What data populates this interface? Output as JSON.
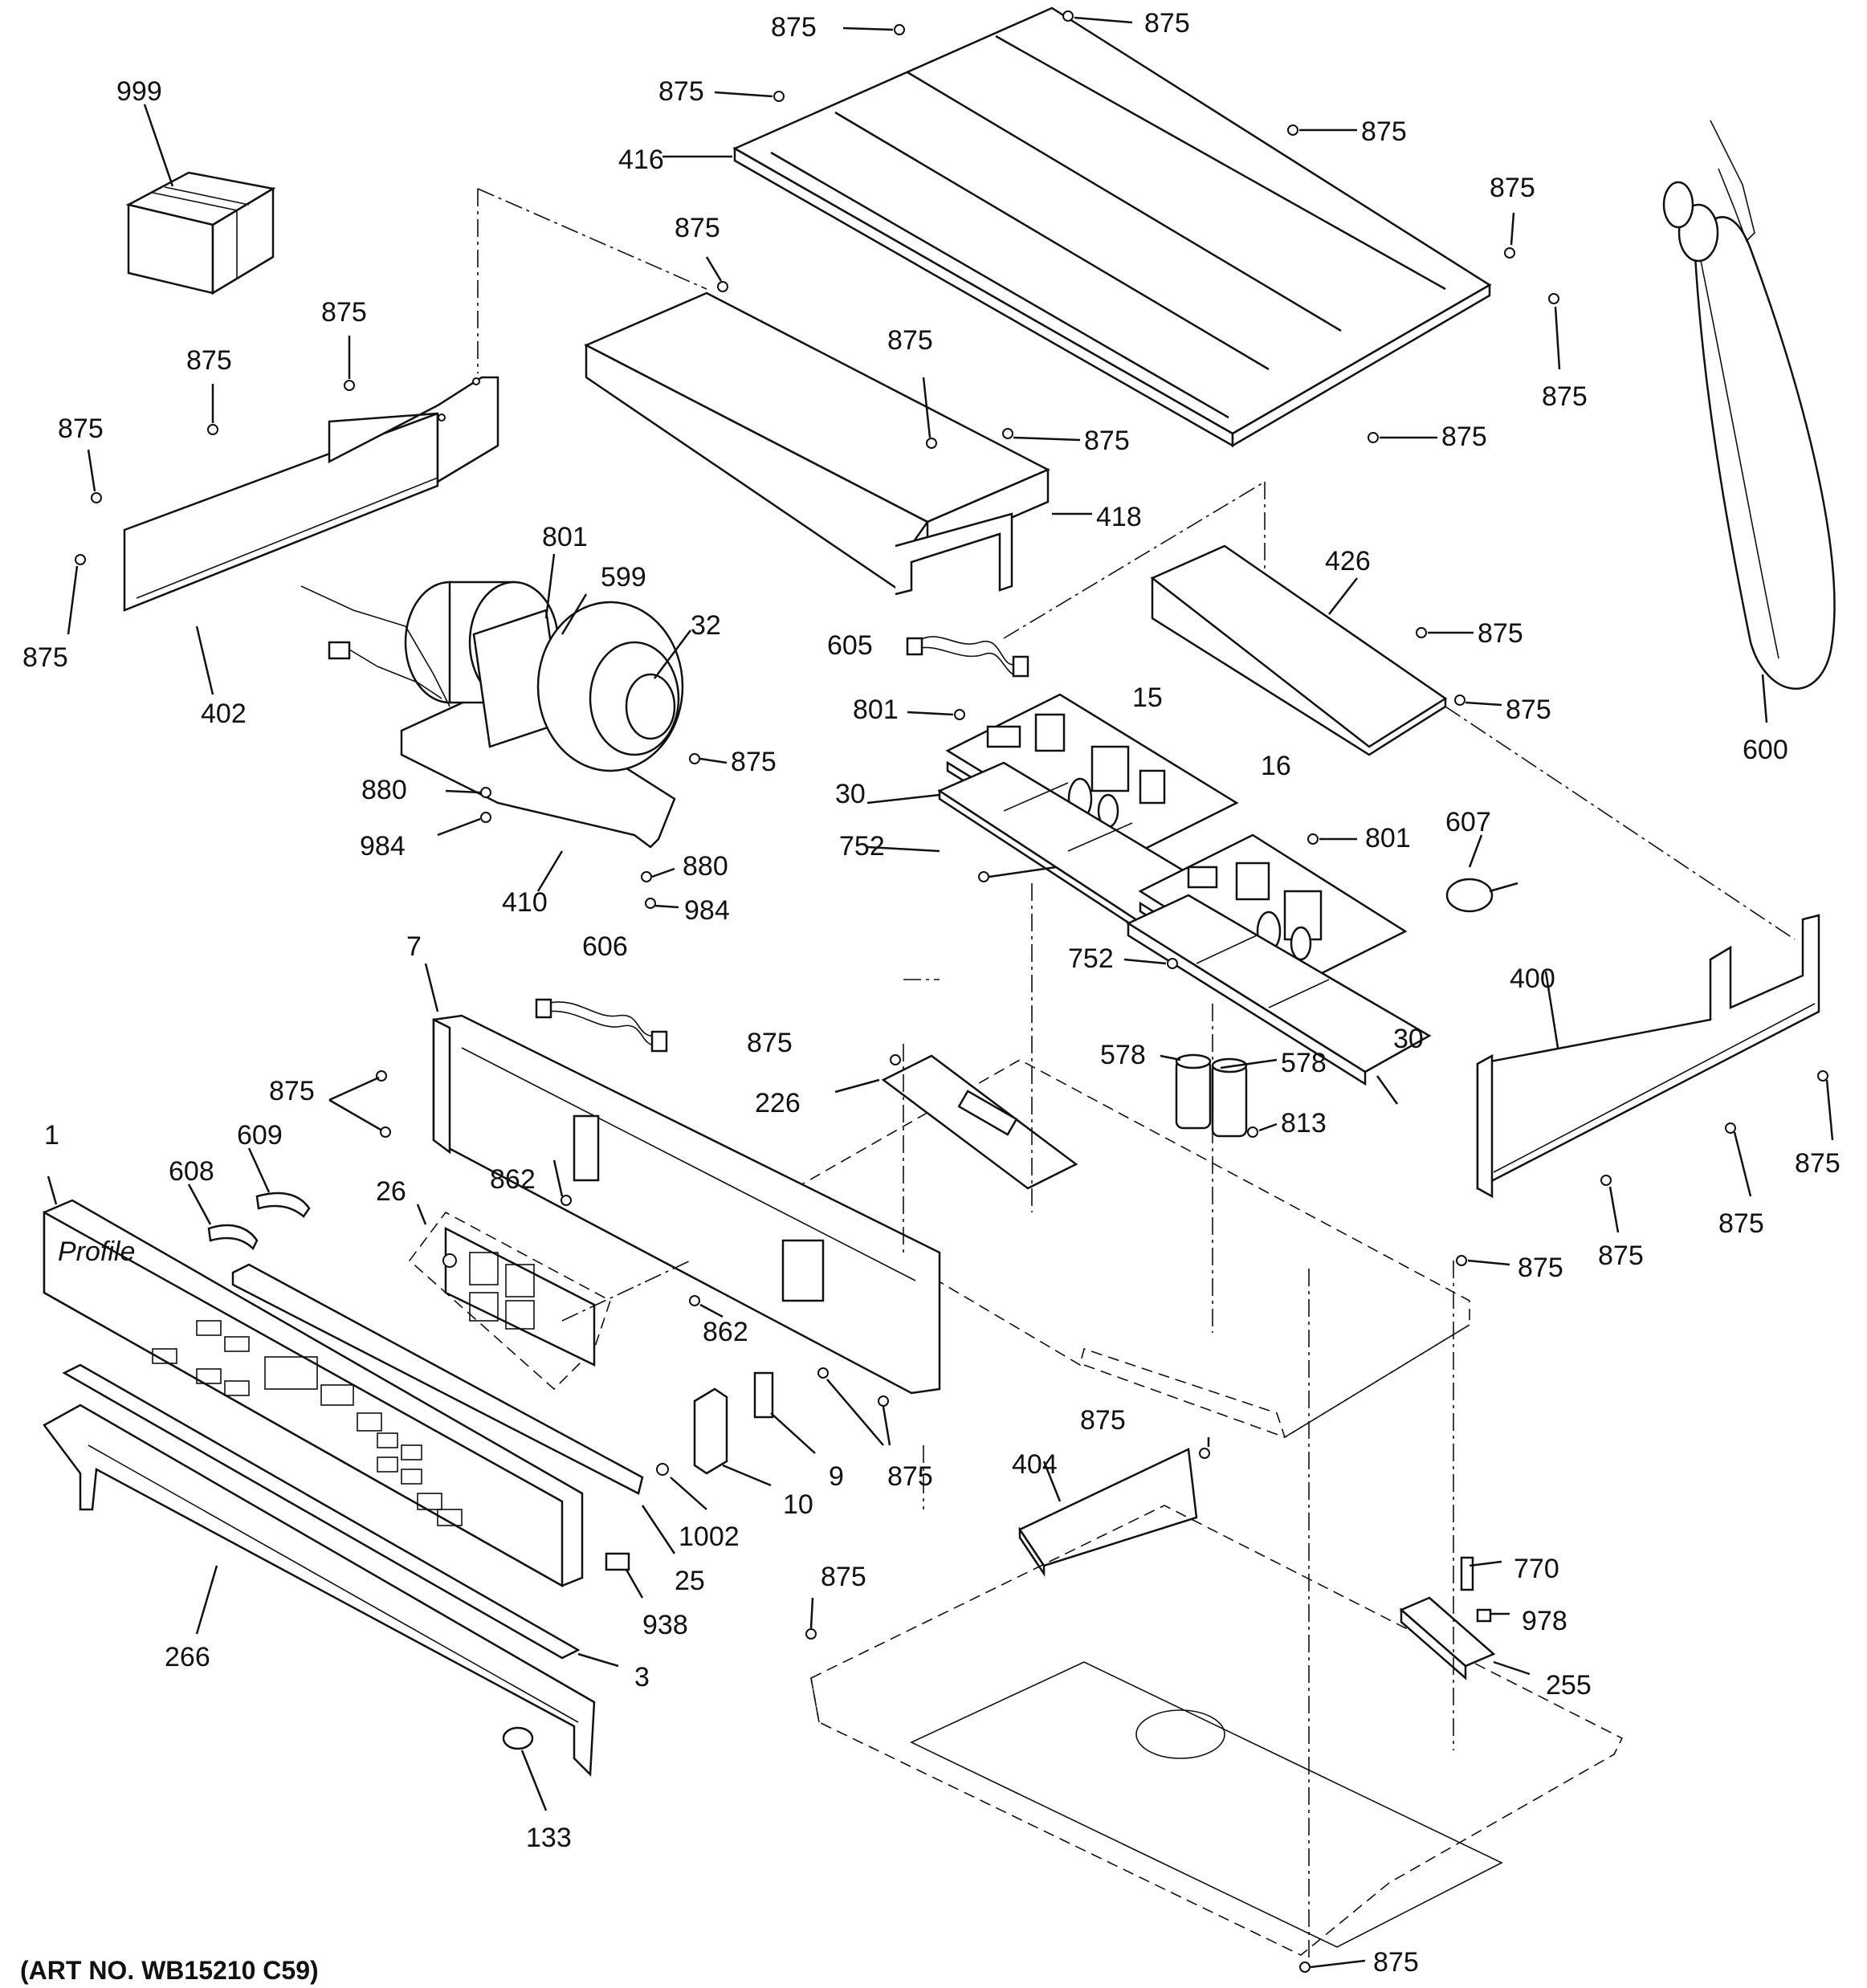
{
  "art_number": "(ART NO. WB15210 C59)",
  "labels": [
    {
      "id": "l875-top1",
      "text": "875"
    },
    {
      "id": "l875-top2",
      "text": "875"
    },
    {
      "id": "l875-a",
      "text": "875"
    },
    {
      "id": "l416",
      "text": "416"
    },
    {
      "id": "l875-b",
      "text": "875"
    },
    {
      "id": "l999",
      "text": "999"
    },
    {
      "id": "l875-c",
      "text": "875"
    },
    {
      "id": "l875-d",
      "text": "875"
    },
    {
      "id": "l875-e",
      "text": "875"
    },
    {
      "id": "l875-f",
      "text": "875"
    },
    {
      "id": "l875-g",
      "text": "875"
    },
    {
      "id": "l875-h",
      "text": "875"
    },
    {
      "id": "l875-i",
      "text": "875"
    },
    {
      "id": "l875-j",
      "text": "875"
    },
    {
      "id": "l875-k",
      "text": "875"
    },
    {
      "id": "l418",
      "text": "418"
    },
    {
      "id": "l801-a",
      "text": "801"
    },
    {
      "id": "l599",
      "text": "599"
    },
    {
      "id": "l32",
      "text": "32"
    },
    {
      "id": "l426",
      "text": "426"
    },
    {
      "id": "l875-l",
      "text": "875"
    },
    {
      "id": "l605",
      "text": "605"
    },
    {
      "id": "l875-m",
      "text": "875"
    },
    {
      "id": "l875-n",
      "text": "875"
    },
    {
      "id": "l402",
      "text": "402"
    },
    {
      "id": "l801-b",
      "text": "801"
    },
    {
      "id": "l15",
      "text": "15"
    },
    {
      "id": "l600",
      "text": "600"
    },
    {
      "id": "l875-o",
      "text": "875"
    },
    {
      "id": "l880-a",
      "text": "880"
    },
    {
      "id": "l30-a",
      "text": "30"
    },
    {
      "id": "l16",
      "text": "16"
    },
    {
      "id": "l984-a",
      "text": "984"
    },
    {
      "id": "l752-a",
      "text": "752"
    },
    {
      "id": "l801-c",
      "text": "801"
    },
    {
      "id": "l607",
      "text": "607"
    },
    {
      "id": "l880-b",
      "text": "880"
    },
    {
      "id": "l410",
      "text": "410"
    },
    {
      "id": "l984-b",
      "text": "984"
    },
    {
      "id": "l606",
      "text": "606"
    },
    {
      "id": "l7",
      "text": "7"
    },
    {
      "id": "l752-b",
      "text": "752"
    },
    {
      "id": "l400",
      "text": "400"
    },
    {
      "id": "l578-a",
      "text": "578"
    },
    {
      "id": "l578-b",
      "text": "578"
    },
    {
      "id": "l875-p",
      "text": "875"
    },
    {
      "id": "l30-b",
      "text": "30"
    },
    {
      "id": "l226",
      "text": "226"
    },
    {
      "id": "l875-q",
      "text": "875"
    },
    {
      "id": "l813",
      "text": "813"
    },
    {
      "id": "l1",
      "text": "1"
    },
    {
      "id": "l609",
      "text": "609"
    },
    {
      "id": "l875-r",
      "text": "875"
    },
    {
      "id": "l608",
      "text": "608"
    },
    {
      "id": "l26",
      "text": "26"
    },
    {
      "id": "l862-a",
      "text": "862"
    },
    {
      "id": "l875-s",
      "text": "875"
    },
    {
      "id": "l875-t",
      "text": "875"
    },
    {
      "id": "l875-u",
      "text": "875"
    },
    {
      "id": "l862-b",
      "text": "862"
    },
    {
      "id": "l875-v",
      "text": "875"
    },
    {
      "id": "l9",
      "text": "9"
    },
    {
      "id": "l875-w",
      "text": "875"
    },
    {
      "id": "l404",
      "text": "404"
    },
    {
      "id": "l10",
      "text": "10"
    },
    {
      "id": "l1002",
      "text": "1002"
    },
    {
      "id": "l25",
      "text": "25"
    },
    {
      "id": "l770",
      "text": "770"
    },
    {
      "id": "l875-x",
      "text": "875"
    },
    {
      "id": "l978",
      "text": "978"
    },
    {
      "id": "l938",
      "text": "938"
    },
    {
      "id": "l266",
      "text": "266"
    },
    {
      "id": "l255",
      "text": "255"
    },
    {
      "id": "l3",
      "text": "3"
    },
    {
      "id": "l133",
      "text": "133"
    },
    {
      "id": "l875-y",
      "text": "875"
    }
  ],
  "brand_text": "Profile"
}
